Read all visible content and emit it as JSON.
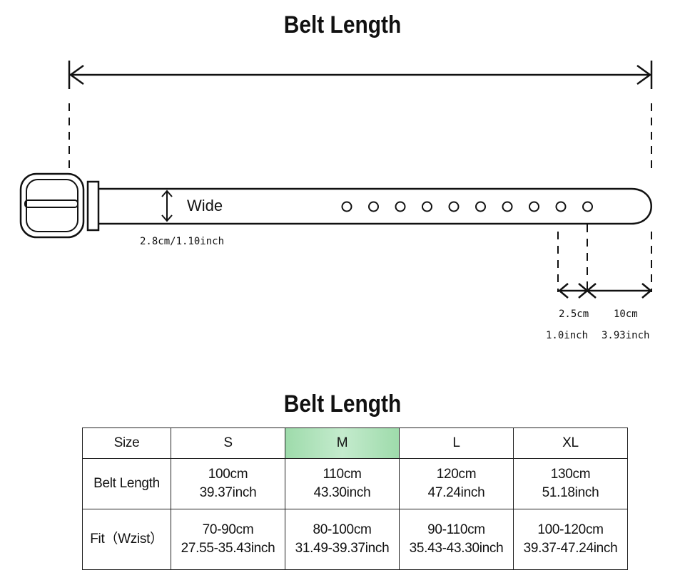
{
  "diagram": {
    "title": "Belt Length",
    "wide_label": "Wide",
    "width_value": "2.8cm/1.10inch",
    "hole_spacing_cm": "2.5cm",
    "hole_spacing_inch": "1.0inch",
    "tip_length_cm": "10cm",
    "tip_length_inch": "3.93inch",
    "hole_count": 10
  },
  "table": {
    "title": "Belt Length",
    "highlight_color": "#9edbab",
    "header": [
      "Size",
      "S",
      "M",
      "L",
      "XL"
    ],
    "highlight_column": 2,
    "rows": [
      {
        "label": "Belt Length",
        "cells": [
          [
            "100cm",
            "39.37inch"
          ],
          [
            "110cm",
            "43.30inch"
          ],
          [
            "120cm",
            "47.24inch"
          ],
          [
            "130cm",
            "51.18inch"
          ]
        ]
      },
      {
        "label": "Fit（Wzist）",
        "cells": [
          [
            "70-90cm",
            "27.55-35.43inch"
          ],
          [
            "80-100cm",
            "31.49-39.37inch"
          ],
          [
            "90-110cm",
            "35.43-43.30inch"
          ],
          [
            "100-120cm",
            "39.37-47.24inch"
          ]
        ]
      }
    ]
  }
}
